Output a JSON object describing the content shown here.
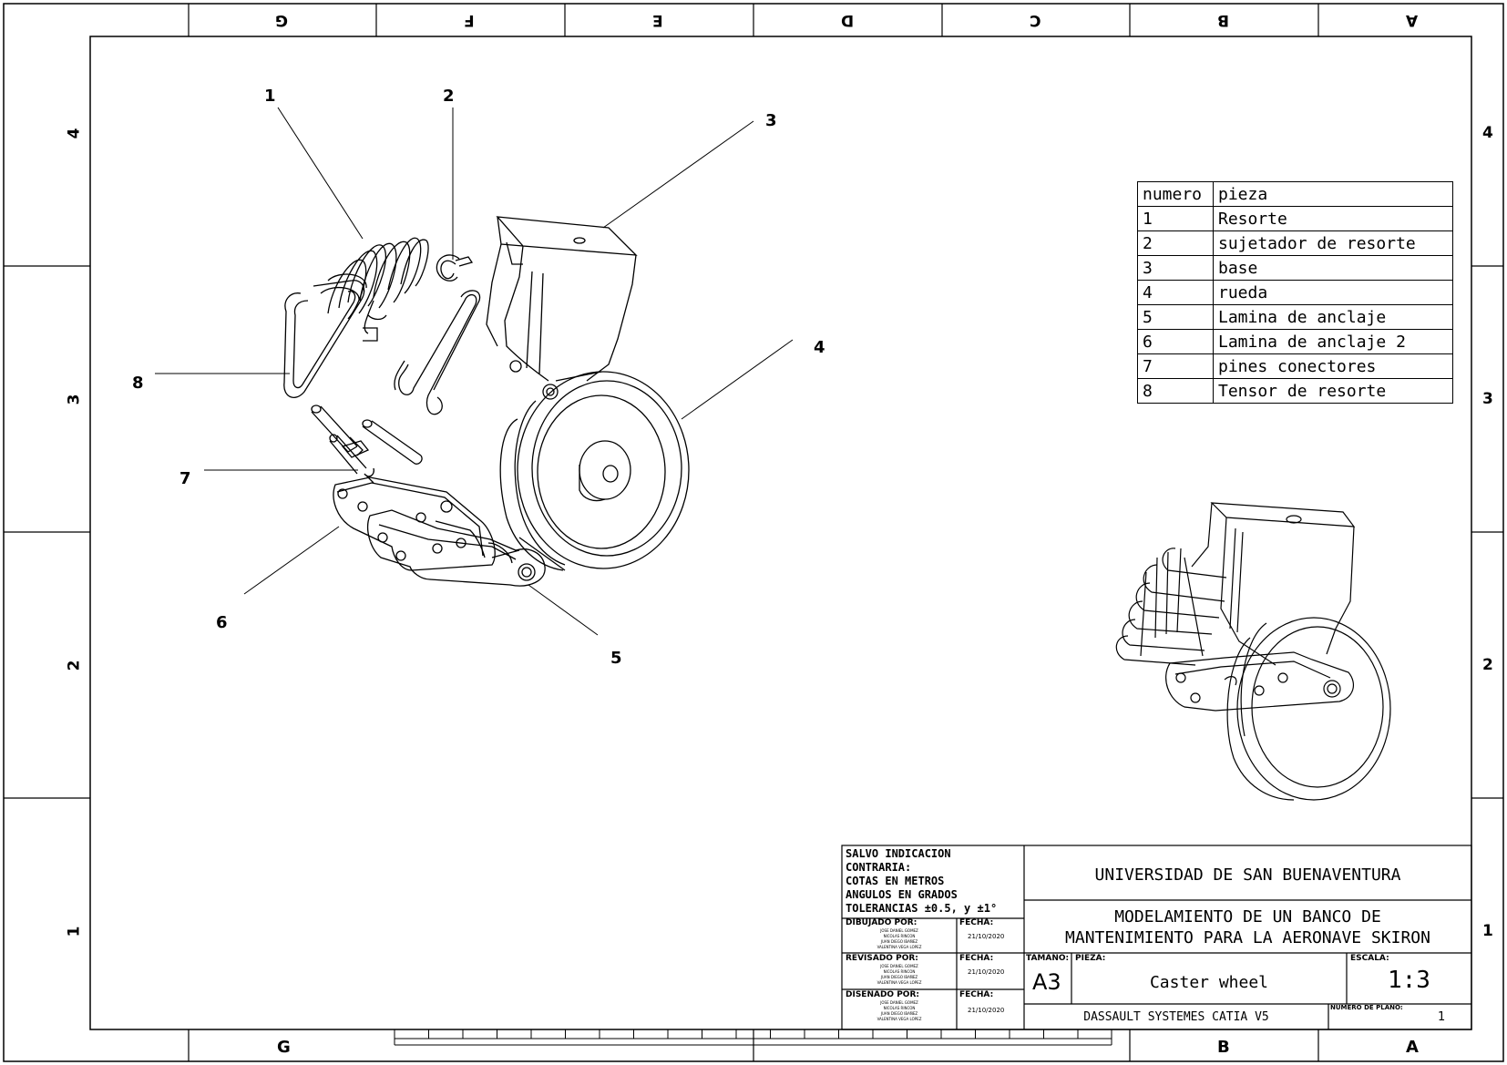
{
  "zones": {
    "columns_top": [
      "G",
      "F",
      "E",
      "D",
      "C",
      "B",
      "A"
    ],
    "columns_bottom": [
      "G",
      "B",
      "A"
    ],
    "rows_left": [
      "4",
      "3",
      "2",
      "1"
    ],
    "rows_right": [
      "4",
      "3",
      "2",
      "1"
    ]
  },
  "callouts": [
    "1",
    "2",
    "3",
    "4",
    "5",
    "6",
    "7",
    "8"
  ],
  "bom": {
    "header": {
      "num": "numero",
      "piece": "pieza"
    },
    "rows": [
      {
        "num": "1",
        "piece": "Resorte"
      },
      {
        "num": "2",
        "piece": "sujetador de resorte"
      },
      {
        "num": "3",
        "piece": "base"
      },
      {
        "num": "4",
        "piece": "rueda"
      },
      {
        "num": "5",
        "piece": "Lamina de anclaje"
      },
      {
        "num": "6",
        "piece": "Lamina de anclaje 2"
      },
      {
        "num": "7",
        "piece": "pines conectores"
      },
      {
        "num": "8",
        "piece": "Tensor de resorte"
      }
    ]
  },
  "title_block": {
    "notes": [
      "SALVO INDICACION",
      "CONTRARIA:",
      "COTAS EN METROS",
      "ANGULOS EN GRADOS",
      "TOLERANCIAS ±0.5, y ±1°"
    ],
    "drawn_label": "DIBUJADO POR:",
    "reviewed_label": "REVISADO POR:",
    "designed_label": "DISEÑADO POR:",
    "date_label": "FECHA:",
    "names": [
      "JOSE DANIEL GOMEZ",
      "NICOLAS RINCON",
      "JUAN DIEGO IBAÑEZ",
      "VALENTINA VEGA LOPEZ"
    ],
    "date_drawn": "21/10/2020",
    "date_reviewed": "21/10/2020",
    "date_designed": "21/10/2020",
    "university": "UNIVERSIDAD DE SAN BUENAVENTURA",
    "project_line1": "MODELAMIENTO DE UN BANCO DE",
    "project_line2": "MANTENIMIENTO PARA LA AERONAVE SKIRON",
    "size_label": "TAMAÑO:",
    "size_value": "A3",
    "part_label": "PIEZA:",
    "part_value": "Caster wheel",
    "scale_label": "ESCALA:",
    "scale_value": "1:3",
    "software": "DASSAULT SYSTEMES CATIA V5",
    "sheet_number_label": "NUMERO DE PLANO:",
    "sheet_number_value": "1"
  }
}
